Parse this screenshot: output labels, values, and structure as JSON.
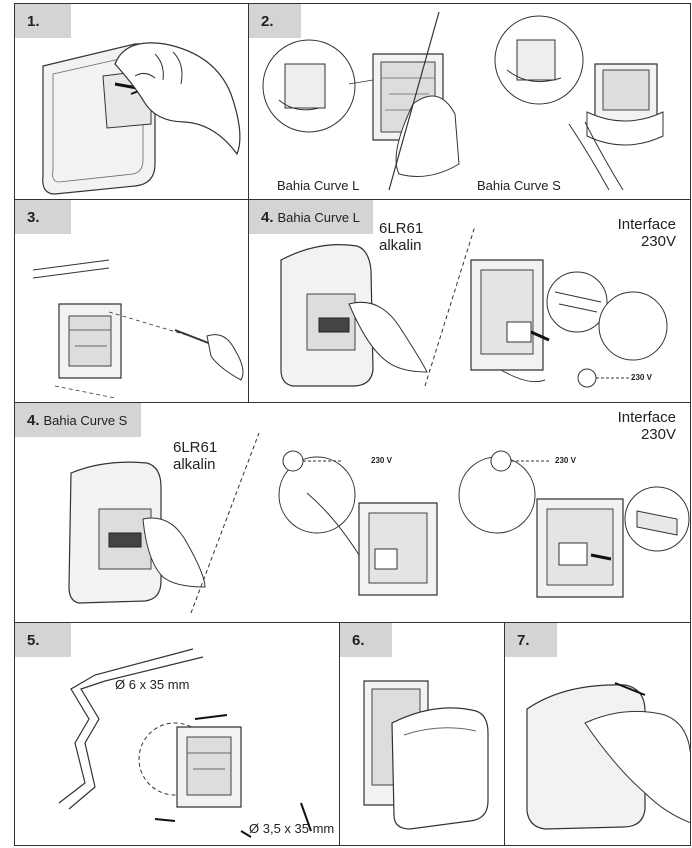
{
  "panels": {
    "p1": {
      "num": "1."
    },
    "p2": {
      "num": "2.",
      "label_left": "Bahia Curve L",
      "label_right": "Bahia Curve S"
    },
    "p3": {
      "num": "3."
    },
    "p4l": {
      "num": "4.",
      "title": "Bahia Curve L",
      "battery": "6LR61\nalkalin",
      "interface": "Interface\n230V",
      "voltage": "230 V"
    },
    "p4s": {
      "num": "4.",
      "title": "Bahia Curve S",
      "battery": "6LR61\nalkalin",
      "interface": "Interface\n230V",
      "voltage_a": "230 V",
      "voltage_b": "230 V"
    },
    "p5": {
      "num": "5.",
      "drill_large": "Ø 6 x 35 mm",
      "drill_small": "Ø 3,5 x 35 mm"
    },
    "p6": {
      "num": "6."
    },
    "p7": {
      "num": "7."
    }
  },
  "colors": {
    "tag_bg": "#d4d4d4",
    "line": "#333333",
    "device_fill": "#f2f2f2"
  }
}
